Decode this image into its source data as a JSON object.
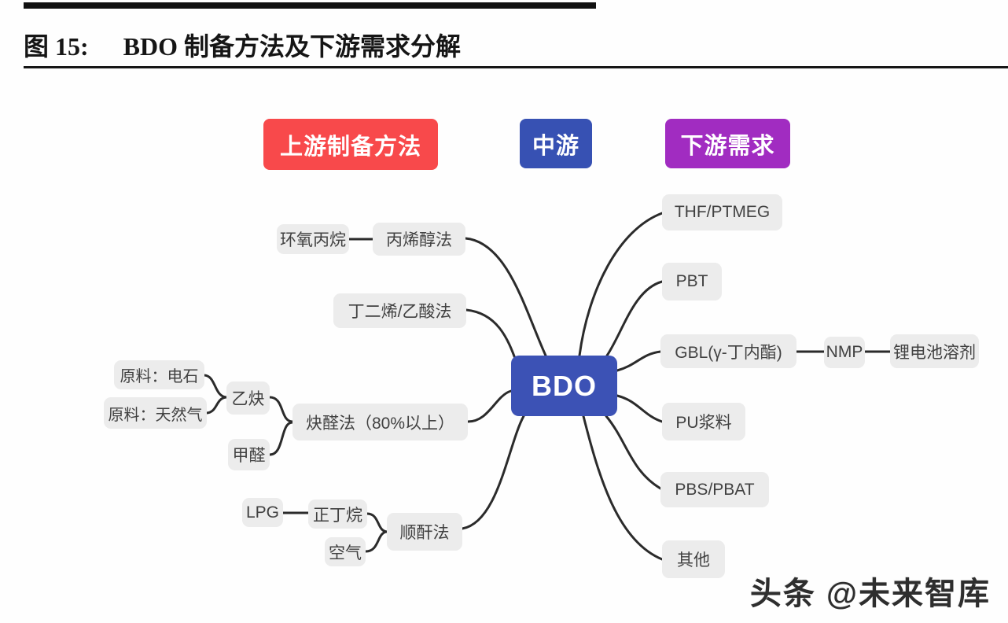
{
  "title": {
    "label": "图 15:",
    "text": "BDO 制备方法及下游需求分解"
  },
  "legend": {
    "upstream": "上游制备方法",
    "midstream": "中游",
    "downstream": "下游需求"
  },
  "center": {
    "label": "BDO"
  },
  "upstream": {
    "propylene_oxide": "环氧丙烷",
    "allyl_alcohol_method": "丙烯醇法",
    "butadiene_acetic_method": "丁二烯/乙酸法",
    "feed_carbide": "原料：电石",
    "feed_natural_gas": "原料：天然气",
    "acetylene": "乙炔",
    "formaldehyde": "甲醛",
    "reppe_method": "炔醛法（80%以上）",
    "lpg": "LPG",
    "n_butane": "正丁烷",
    "air": "空气",
    "maleic_anhydride_method": "顺酐法"
  },
  "downstream": {
    "thf_ptmeg": "THF/PTMEG",
    "pbt": "PBT",
    "gbl": "GBL(γ-丁内酯)",
    "nmp": "NMP",
    "li_battery_solvent": "锂电池溶剂",
    "pu_slurry": "PU浆料",
    "pbs_pbat": "PBS/PBAT",
    "other": "其他"
  },
  "watermark": "头条 @未来智库",
  "colors": {
    "upstream_header": "#f8494b",
    "midstream_header": "#3751b3",
    "downstream_header": "#a12cc1",
    "center_node": "#3c52b5",
    "node_background": "#ececec",
    "node_text": "#414141",
    "connector": "#2b2b2b",
    "title_bar": "#111111"
  }
}
